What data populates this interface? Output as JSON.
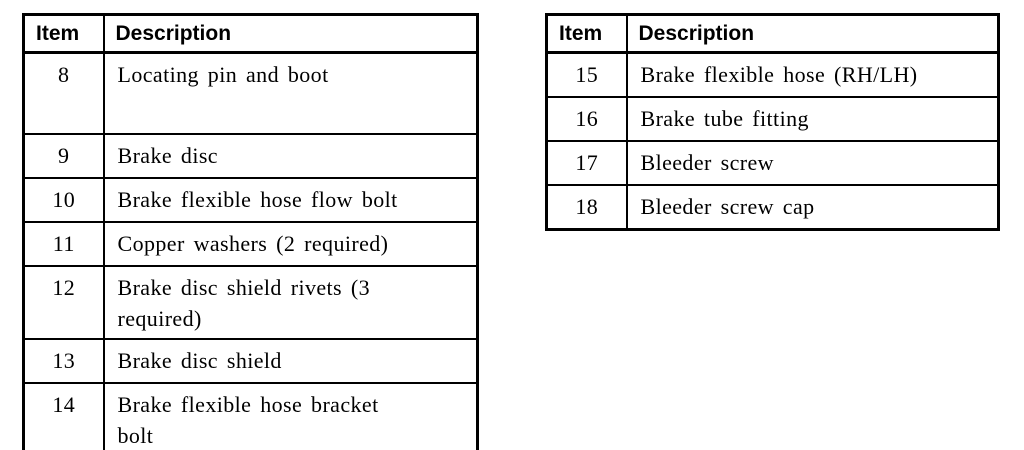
{
  "page": {
    "background_color": "#ffffff",
    "text_color": "#000000",
    "border_color": "#000000"
  },
  "left_table": {
    "headers": [
      "Item",
      "Description"
    ],
    "rows": [
      {
        "item": "8",
        "description": "Locating pin and boot"
      },
      {
        "item": "9",
        "description": "Brake disc"
      },
      {
        "item": "10",
        "description": "Brake flexible hose flow bolt"
      },
      {
        "item": "11",
        "description": "Copper washers (2 required)"
      },
      {
        "item": "12",
        "description": "Brake disc shield rivets (3\nrequired)"
      },
      {
        "item": "13",
        "description": "Brake disc shield"
      },
      {
        "item": "14",
        "description": "Brake flexible hose bracket\nbolt"
      }
    ]
  },
  "right_table": {
    "headers": [
      "Item",
      "Description"
    ],
    "rows": [
      {
        "item": "15",
        "description": "Brake flexible hose (RH/LH)"
      },
      {
        "item": "16",
        "description": "Brake tube fitting"
      },
      {
        "item": "17",
        "description": "Bleeder screw"
      },
      {
        "item": "18",
        "description": "Bleeder screw cap"
      }
    ]
  }
}
